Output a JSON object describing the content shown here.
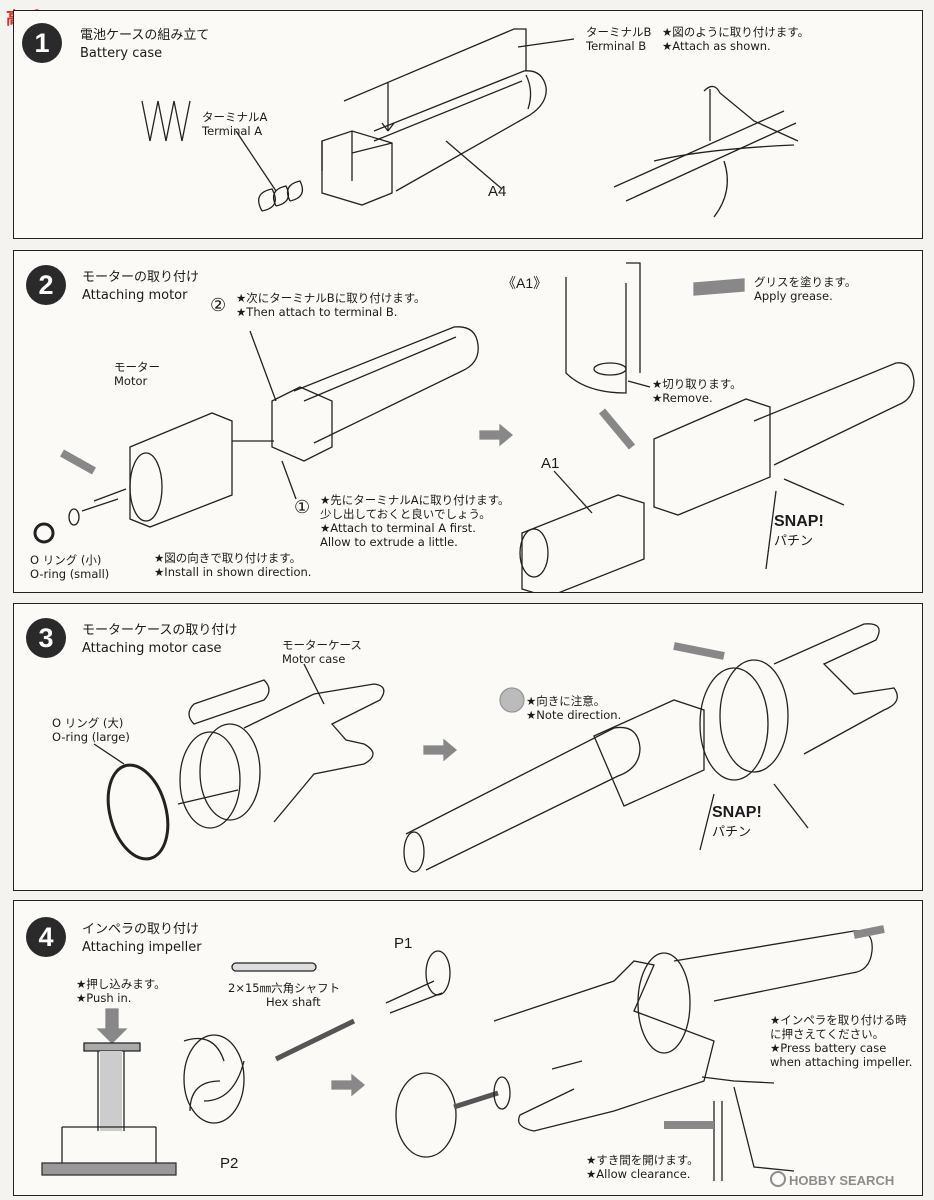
{
  "brand": {
    "top_logo_text": "高手网",
    "watermark": "HOBBY SEARCH",
    "accent": "#d8312b"
  },
  "steps": [
    {
      "number": "1",
      "title_jp": "電池ケースの組み立て",
      "title_en": "Battery case",
      "labels": {
        "terminal_a_jp": "ターミナルA",
        "terminal_a_en": "Terminal A",
        "terminal_b_jp": "ターミナルB",
        "terminal_b_en": "Terminal B",
        "note_jp": "★図のように取り付けます。",
        "note_en": "★Attach as shown.",
        "part": "A4"
      }
    },
    {
      "number": "2",
      "title_jp": "モーターの取り付け",
      "title_en": "Attaching motor",
      "labels": {
        "step2_jp": "★次にターミナルBに取り付けます。",
        "step2_en": "★Then attach to terminal B.",
        "circ2": "②",
        "motor_jp": "モーター",
        "motor_en": "Motor",
        "step1_jp1": "★先にターミナルAに取り付けます。",
        "step1_jp2": "少し出しておくと良いでしょう。",
        "step1_en1": "★Attach to terminal A first.",
        "step1_en2": "Allow to extrude a little.",
        "circ1": "①",
        "oring_jp": "O リング (小)",
        "oring_en": "O-ring (small)",
        "install_jp": "★図の向きで取り付けます。",
        "install_en": "★Install in shown direction.",
        "a1_bracket": "《A1》",
        "remove_jp": "★切り取ります。",
        "remove_en": "★Remove.",
        "grease_jp": "グリスを塗ります。",
        "grease_en": "Apply grease.",
        "a1": "A1",
        "snap_en": "SNAP!",
        "snap_jp": "パチン"
      }
    },
    {
      "number": "3",
      "title_jp": "モーターケースの取り付け",
      "title_en": "Attaching motor case",
      "labels": {
        "motorcase_jp": "モーターケース",
        "motorcase_en": "Motor case",
        "oring_jp": "O リング (大)",
        "oring_en": "O-ring (large)",
        "note_jp": "★向きに注意。",
        "note_en": "★Note direction.",
        "snap_en": "SNAP!",
        "snap_jp": "パチン"
      }
    },
    {
      "number": "4",
      "title_jp": "インペラの取り付け",
      "title_en": "Attaching impeller",
      "labels": {
        "push_jp": "★押し込みます。",
        "push_en": "★Push in.",
        "shaft_jp": "2×15㎜六角シャフト",
        "shaft_en": "Hex shaft",
        "p1": "P1",
        "p2": "P2",
        "press_jp1": "★インペラを取り付ける時",
        "press_jp2": "に押さえてください。",
        "press_en1": "★Press battery case",
        "press_en2": "when attaching impeller.",
        "clear_jp": "★すき間を開けます。",
        "clear_en": "★Allow clearance."
      }
    }
  ]
}
